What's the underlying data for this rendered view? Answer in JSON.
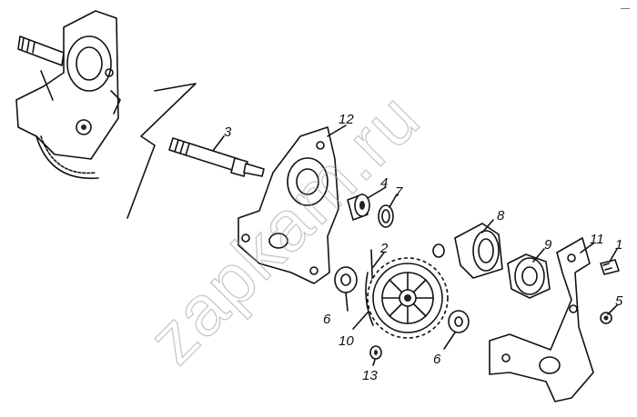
{
  "watermark": "zapkam.ru",
  "corner_mark": "—",
  "labels": {
    "l1": "1",
    "l2": "2",
    "l3": "3",
    "l4": "4",
    "l5": "5",
    "l6a": "6",
    "l6b": "6",
    "l7": "7",
    "l8": "8",
    "l9": "9",
    "l10": "10",
    "l11": "11",
    "l12": "12",
    "l13": "13"
  }
}
